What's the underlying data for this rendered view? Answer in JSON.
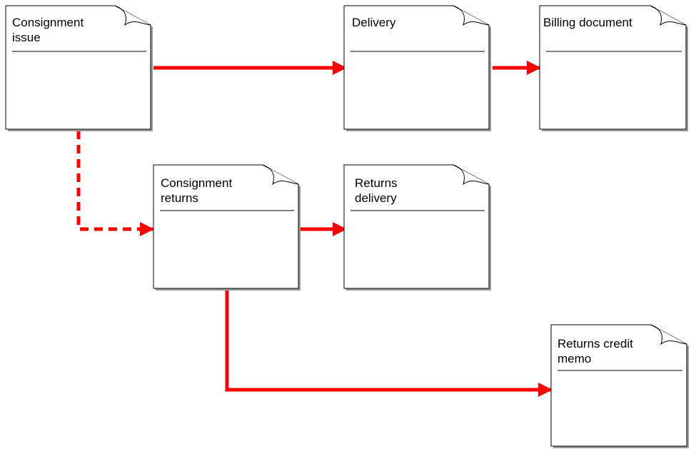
{
  "colors": {
    "arrow": "#ff0000",
    "doc_fill": "#ffffff",
    "doc_stroke": "#000000",
    "shadow": "#9a9a9a"
  },
  "documents": {
    "consignment_issue": {
      "label": "Consignment\nissue",
      "icon": "document-icon"
    },
    "delivery": {
      "label": "Delivery",
      "icon": "document-icon"
    },
    "billing_document": {
      "label": "Billing document",
      "icon": "document-icon"
    },
    "consignment_returns": {
      "label": "Consignment\nreturns",
      "icon": "document-icon"
    },
    "returns_delivery": {
      "label": "Returns\ndelivery",
      "icon": "document-icon"
    },
    "returns_credit_memo": {
      "label": "Returns credit\nmemo",
      "icon": "document-icon"
    }
  },
  "connectors": [
    {
      "from": "consignment_issue",
      "to": "delivery",
      "style": "solid"
    },
    {
      "from": "delivery",
      "to": "billing_document",
      "style": "solid"
    },
    {
      "from": "consignment_issue",
      "to": "consignment_returns",
      "style": "dashed"
    },
    {
      "from": "consignment_returns",
      "to": "returns_delivery",
      "style": "solid"
    },
    {
      "from": "consignment_returns",
      "to": "returns_credit_memo",
      "style": "solid"
    }
  ]
}
